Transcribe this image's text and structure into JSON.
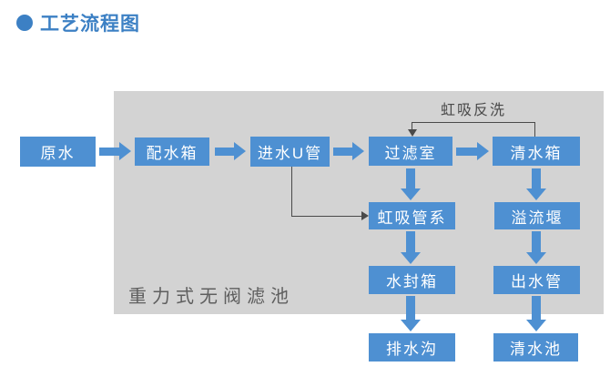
{
  "header": {
    "title": "工艺流程图"
  },
  "colors": {
    "accent_blue": "#4e90d2",
    "title_blue": "#3c80c4",
    "panel_gray": "#d3d3d3",
    "dark_line": "#4a4a4a",
    "panel_label_gray": "#5f5f5f",
    "node_text": "#ffffff",
    "page_background": "#ffffff"
  },
  "diagram": {
    "panel_label": "重力式无阀滤池",
    "backwash_label": "虹吸反洗",
    "nodes": {
      "raw_water": "原水",
      "distribution_tank": "配水箱",
      "inlet_u_pipe": "进水U管",
      "filter_chamber": "过滤室",
      "clean_water_tank": "清水箱",
      "siphon_pipes": "虹吸管系",
      "overflow_weir": "溢流堰",
      "water_seal_tank": "水封箱",
      "outlet_pipe": "出水管",
      "drain_ditch": "排水沟",
      "clean_water_pool": "清水池"
    },
    "flow_edges": [
      {
        "from": "原水",
        "to": "配水箱",
        "style": "blue-arrow"
      },
      {
        "from": "配水箱",
        "to": "进水U管",
        "style": "blue-arrow"
      },
      {
        "from": "进水U管",
        "to": "过滤室",
        "style": "blue-arrow"
      },
      {
        "from": "过滤室",
        "to": "清水箱",
        "style": "blue-arrow"
      },
      {
        "from": "过滤室",
        "to": "虹吸管系",
        "style": "blue-arrow"
      },
      {
        "from": "虹吸管系",
        "to": "水封箱",
        "style": "blue-arrow"
      },
      {
        "from": "水封箱",
        "to": "排水沟",
        "style": "blue-arrow"
      },
      {
        "from": "清水箱",
        "to": "溢流堰",
        "style": "blue-arrow"
      },
      {
        "from": "溢流堰",
        "to": "出水管",
        "style": "blue-arrow"
      },
      {
        "from": "出水管",
        "to": "清水池",
        "style": "blue-arrow"
      },
      {
        "from": "进水U管",
        "to": "虹吸管系",
        "style": "dark-line"
      },
      {
        "from": "清水箱",
        "to": "过滤室",
        "style": "dark-line",
        "label": "虹吸反洗"
      }
    ]
  }
}
